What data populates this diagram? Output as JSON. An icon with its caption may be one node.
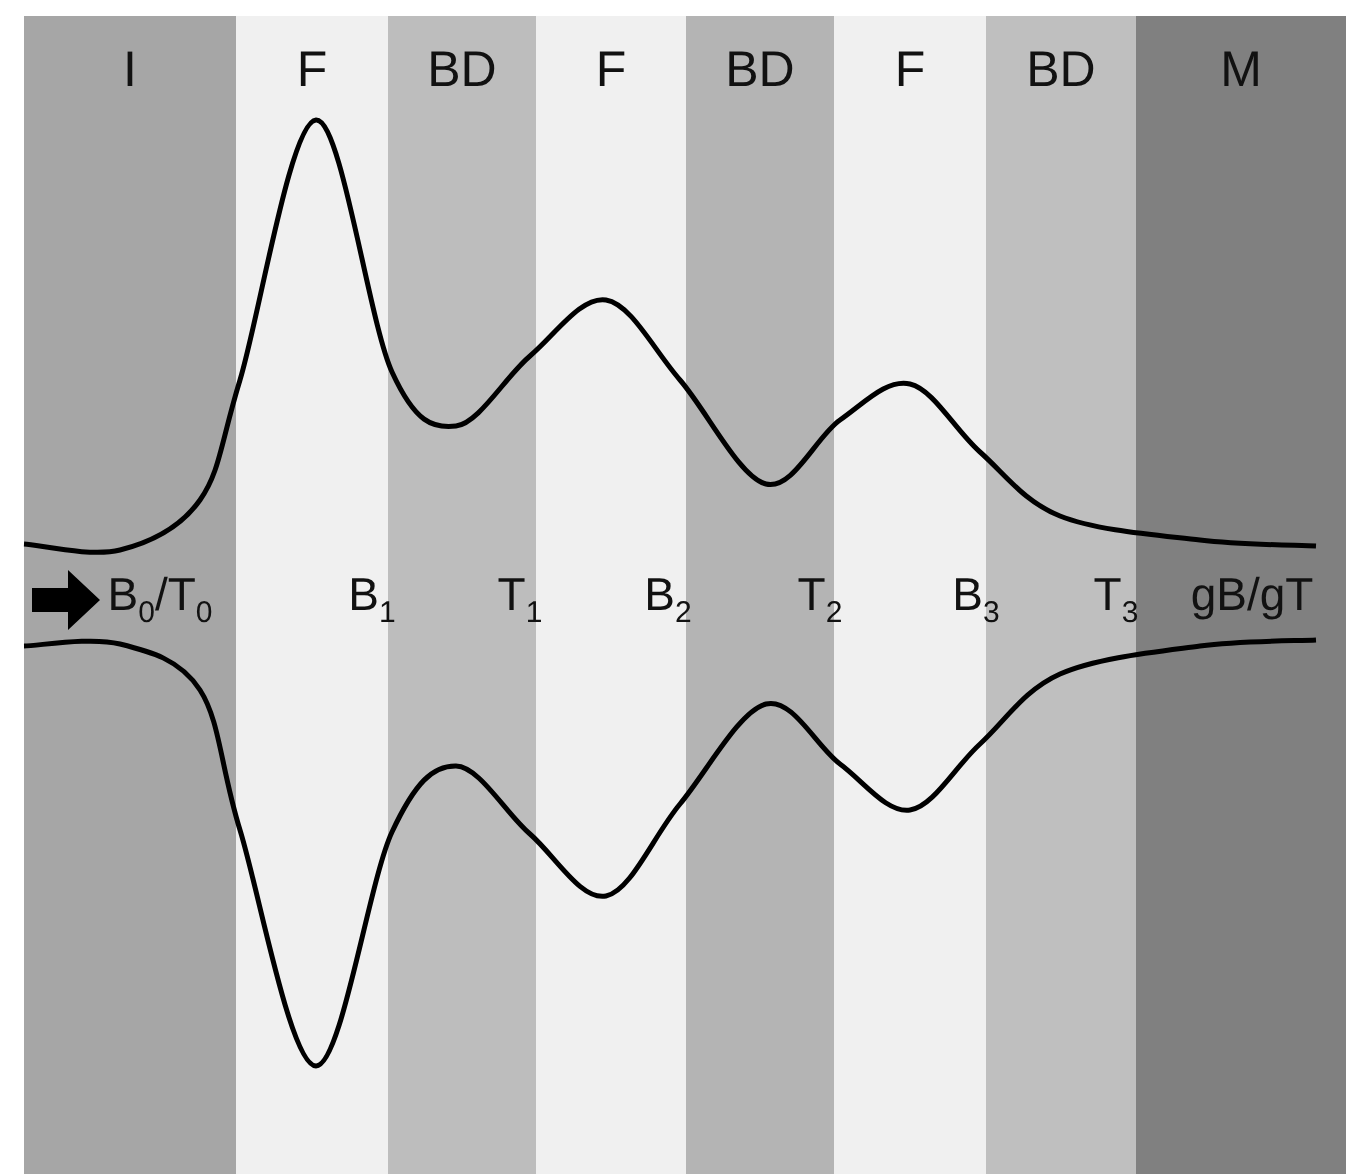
{
  "diagram": {
    "nodes": [
      {
        "text": [
          "I"
        ]
      },
      {
        "text": [
          "F"
        ]
      },
      {
        "text": [
          "BD"
        ]
      },
      {
        "text": [
          "F"
        ]
      },
      {
        "text": [
          "BD"
        ]
      },
      {
        "text": [
          "F"
        ]
      },
      {
        "text": [
          "BD"
        ]
      },
      {
        "text": [
          "M"
        ]
      }
    ],
    "labels": [
      "B$_{0}$/T$_{0}$",
      "B$_{1}$",
      "T$_{1}$",
      "B$_{2}$",
      "T$_{2}$",
      "B$_{3}$",
      "T$_{3}$",
      "gB/gT"
    ]
  }
}
